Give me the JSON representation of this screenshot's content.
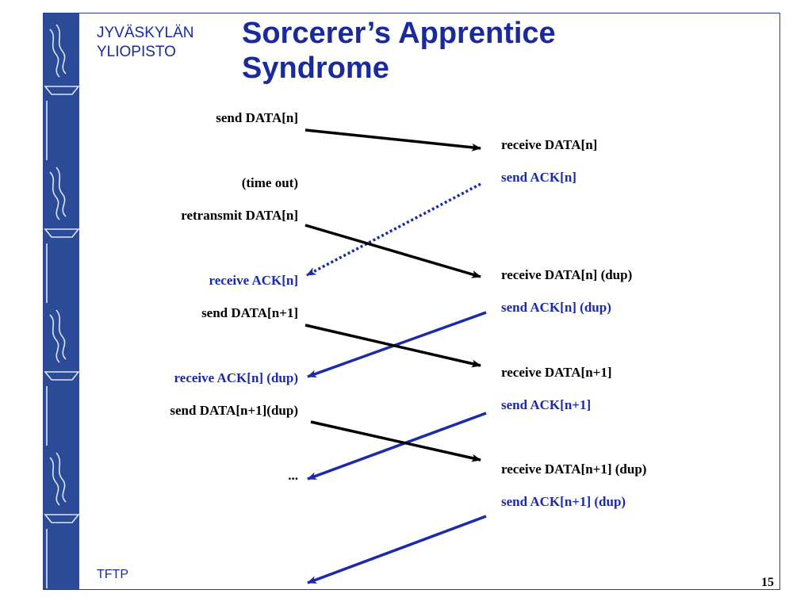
{
  "header": {
    "university_line1": "JYVÄSKYLÄN",
    "university_line2": "YLIOPISTO",
    "title_line1": "Sorcerer’s Apprentice",
    "title_line2": "Syndrome"
  },
  "footer": {
    "topic": "TFTP",
    "page_number": "15"
  },
  "colors": {
    "brand_blue": "#2b4a97",
    "title_blue": "#1a2a9a",
    "ack_blue": "#1a2aa8",
    "data_black": "#000000"
  },
  "sender": {
    "events": [
      {
        "id": "s1",
        "text": "send DATA[n]",
        "color": "black"
      },
      {
        "id": "s2",
        "text": "(time out)",
        "color": "black"
      },
      {
        "id": "s3",
        "text": "retransmit DATA[n]",
        "color": "black"
      },
      {
        "id": "s4",
        "text": "receive ACK[n]",
        "color": "blue"
      },
      {
        "id": "s5",
        "text": "send DATA[n+1]",
        "color": "black"
      },
      {
        "id": "s6",
        "text": "receive ACK[n] (dup)",
        "color": "blue"
      },
      {
        "id": "s7",
        "text": "send DATA[n+1](dup)",
        "color": "black"
      },
      {
        "id": "s8",
        "text": "...",
        "color": "black"
      }
    ]
  },
  "receiver": {
    "events": [
      {
        "id": "r1",
        "text": "receive DATA[n]",
        "color": "black"
      },
      {
        "id": "r2",
        "text": "send ACK[n]",
        "color": "blue"
      },
      {
        "id": "r3",
        "text": "receive DATA[n] (dup)",
        "color": "black"
      },
      {
        "id": "r4",
        "text": "send ACK[n] (dup)",
        "color": "blue"
      },
      {
        "id": "r5",
        "text": "receive DATA[n+1]",
        "color": "black"
      },
      {
        "id": "r6",
        "text": "send ACK[n+1]",
        "color": "blue"
      },
      {
        "id": "r7",
        "text": "receive DATA[n+1] (dup)",
        "color": "black"
      },
      {
        "id": "r8",
        "text": "send ACK[n+1] (dup)",
        "color": "blue"
      }
    ]
  },
  "messages": [
    {
      "kind": "data",
      "from": "s1",
      "to": "r1",
      "style": "solid"
    },
    {
      "kind": "ack",
      "from": "r2",
      "to": "s4",
      "style": "dotted"
    },
    {
      "kind": "data",
      "from": "s3",
      "to": "r3",
      "style": "solid"
    },
    {
      "kind": "ack",
      "from": "r4",
      "to": "s6",
      "style": "solid"
    },
    {
      "kind": "data",
      "from": "s5",
      "to": "r5",
      "style": "solid"
    },
    {
      "kind": "ack",
      "from": "r6",
      "to": "s8",
      "style": "solid"
    },
    {
      "kind": "data",
      "from": "s7",
      "to": "r7",
      "style": "solid"
    },
    {
      "kind": "ack",
      "from": "r8",
      "to": "end",
      "style": "solid"
    }
  ]
}
